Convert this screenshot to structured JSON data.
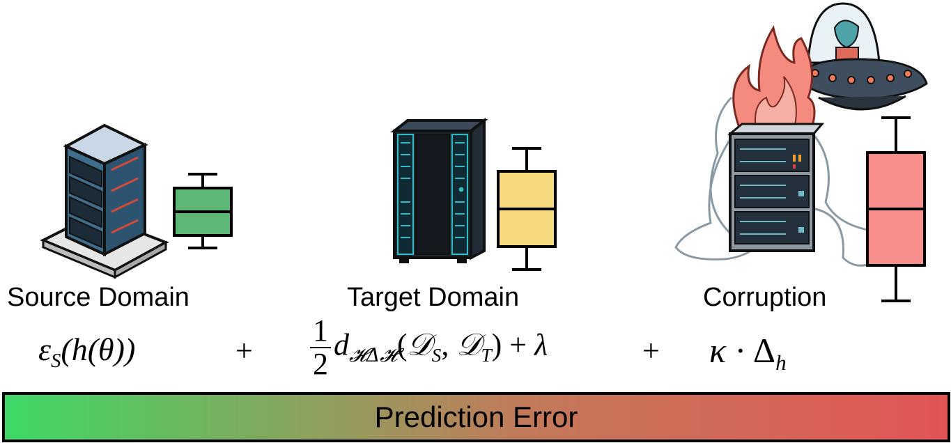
{
  "domains": [
    {
      "label": "Source Domain",
      "box_color": "#5DB877",
      "icon": "server-rack-icon"
    },
    {
      "label": "Target Domain",
      "box_color": "#F8DA7E",
      "icon": "server-cabinet-icon"
    },
    {
      "label": "Corruption",
      "box_color": "#F88F8D",
      "icon": "burning-server-alien-icon"
    }
  ],
  "equation": {
    "term_source": "ε",
    "term_source_sub": "S",
    "term_source_rest": "(h(θ))",
    "plus": "+",
    "frac_num": "1",
    "frac_den": "2",
    "divergence_d": "d",
    "divergence_sub": "𝓗Δ𝓗",
    "divergence_args_open": "(",
    "divergence_D1": "𝒟",
    "divergence_D1_sub": "S",
    "divergence_comma": ", ",
    "divergence_D2": "𝒟",
    "divergence_D2_sub": "T",
    "divergence_args_close": ")",
    "plus_lambda": " + ",
    "lambda": "λ",
    "kappa": "κ",
    "cdot": " · ",
    "delta": "Δ",
    "delta_sub": "h"
  },
  "error_bar": {
    "label": "Prediction Error",
    "gradient_start": "#3ED964",
    "gradient_mid": "#C27A5A",
    "gradient_end": "#E25555"
  }
}
